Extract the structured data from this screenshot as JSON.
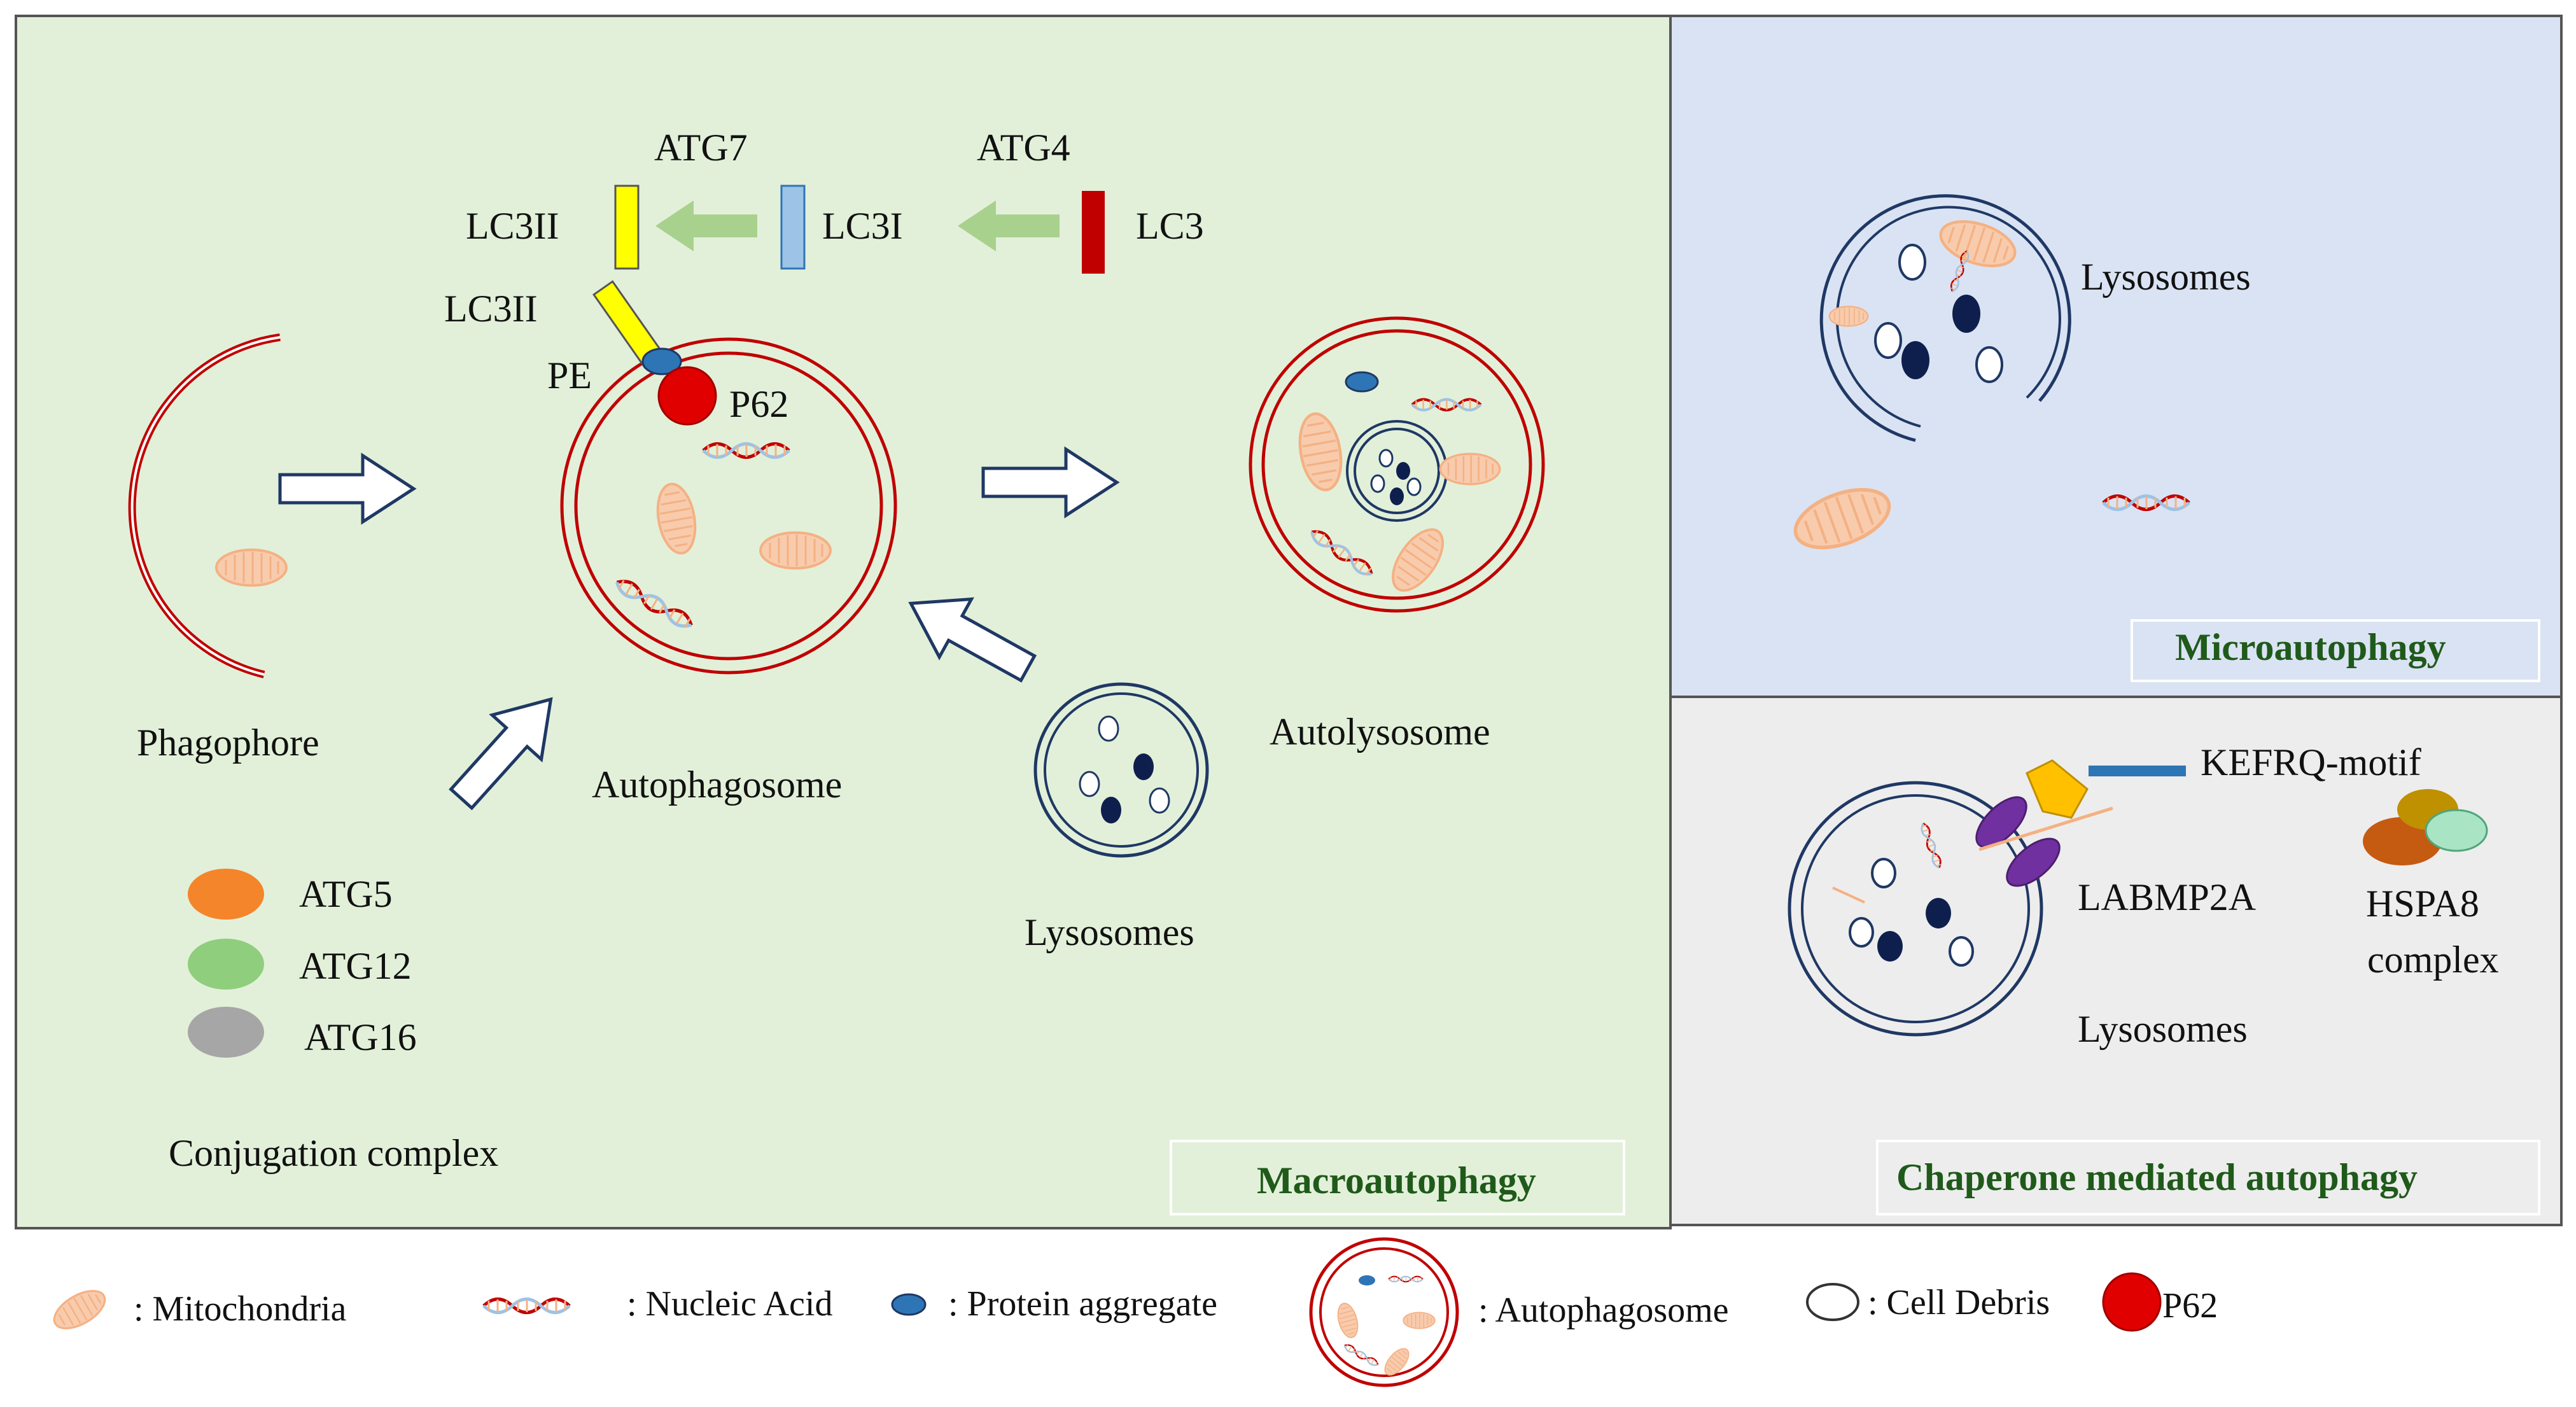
{
  "colors": {
    "macro_bg": "#e2f0d9",
    "micro_bg": "#dae3f3",
    "cma_bg": "#ededed",
    "membrane_red": "#c00000",
    "lysosome_navy": "#1f3864",
    "mito_fill": "#f8cbad",
    "mito_stroke": "#f4b183",
    "p62_red": "#e00000",
    "protein_blue": "#2e75b6",
    "lc3_red": "#c00000",
    "lc3i_blue": "#9dc3e6",
    "lc3ii_yellow": "#ffff00",
    "green_arrow": "#a9d18e",
    "atg5_orange": "#f4852a",
    "atg12_green": "#8fce7d",
    "atg16_gray": "#a6a6a6",
    "title_green": "#1f5a1a"
  },
  "macro": {
    "title": "Macroautophagy",
    "phagophore": "Phagophore",
    "autophagosome": "Autophagosome",
    "autolysosome": "Autolysosome",
    "lysosomes": "Lysosomes",
    "conjugation": "Conjugation complex",
    "atg5": "ATG5",
    "atg12": "ATG12",
    "atg16": "ATG16",
    "atg7": "ATG7",
    "atg4": "ATG4",
    "lc3": "LC3",
    "lc3i": "LC3I",
    "lc3ii_top": "LC3II",
    "lc3ii_side": "LC3II",
    "pe": "PE",
    "p62": "P62"
  },
  "micro": {
    "title": "Microautophagy",
    "lysosomes": "Lysosomes"
  },
  "cma": {
    "title": "Chaperone mediated autophagy",
    "kefrq": "KEFRQ-motif",
    "labmp2a": "LABMP2A",
    "hspa8_line1": "HSPA8",
    "hspa8_line2": "complex",
    "lysosomes": "Lysosomes"
  },
  "legend": {
    "mitochondria": ": Mitochondria",
    "nucleic_acid": ": Nucleic Acid",
    "protein_aggregate": ": Protein aggregate",
    "autophagosome": ": Autophagosome",
    "cell_debris": ": Cell Debris",
    "p62": "P62"
  }
}
